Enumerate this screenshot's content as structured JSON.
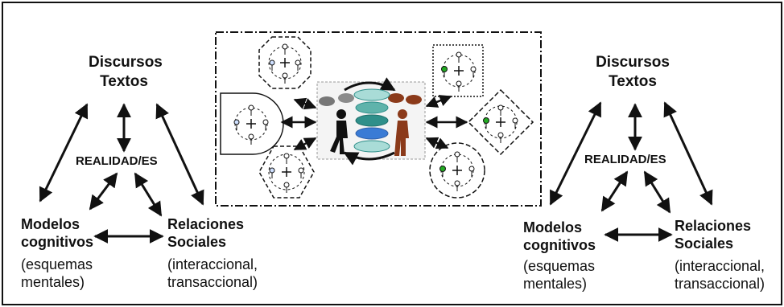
{
  "left": {
    "top_label_1": "Discursos",
    "top_label_2": "Textos",
    "center_label": "REALIDAD/ES",
    "bl_title_1": "Modelos",
    "bl_title_2": "cognitivos",
    "bl_sub_1": "(esquemas",
    "bl_sub_2": "mentales)",
    "br_title_1": "Relaciones",
    "br_title_2": "Sociales",
    "br_sub_1": "(interaccional,",
    "br_sub_2": "transaccional)"
  },
  "right": {
    "top_label_1": "Discursos",
    "top_label_2": "Textos",
    "center_label": "REALIDAD/ES",
    "bl_title_1": "Modelos",
    "bl_title_2": "cognitivos",
    "bl_sub_1": "(esquemas",
    "bl_sub_2": "mentales)",
    "br_title_1": "Relaciones",
    "br_title_2": "Sociales",
    "br_sub_1": "(interaccional,",
    "br_sub_2": "transaccional)"
  },
  "colors": {
    "ink": "#111111",
    "teal": "#2f8f8a",
    "teal_light": "#a9dcd7",
    "brown": "#8b3a1a",
    "gray": "#777777",
    "green": "#22aa22",
    "blue_head": "#3a7bd5"
  }
}
